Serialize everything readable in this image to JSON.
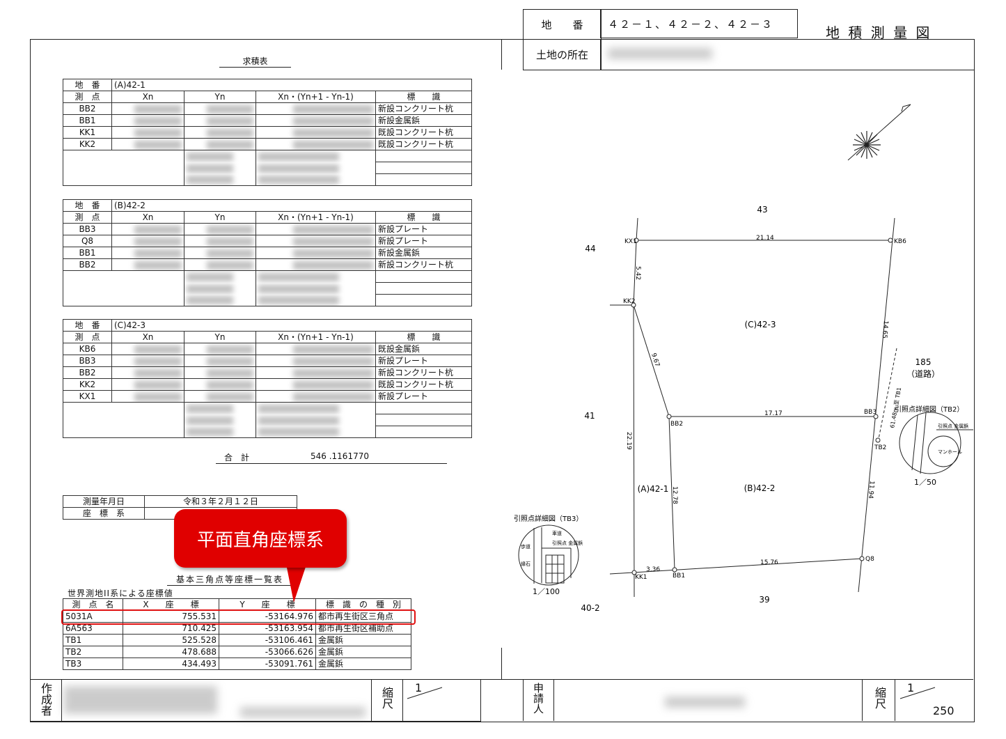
{
  "header": {
    "chiban_label": "地　　番",
    "chiban_value": "４２－１、４２－２、４２－３",
    "title": "地 積 測 量 図",
    "location_label": "土地の所在"
  },
  "calc_title": "求積表",
  "parcel_tables": [
    {
      "chiban_label": "地　番",
      "chiban": "(A)42-1",
      "headers": [
        "測　点",
        "Xn",
        "Yn",
        "Xn・(Yn+1 - Yn-1)",
        "標　　識"
      ],
      "rows": [
        [
          "BB2",
          "新設コンクリート杭"
        ],
        [
          "BB1",
          "新設金属鋲"
        ],
        [
          "KK1",
          "既設コンクリート杭"
        ],
        [
          "KK2",
          "既設コンクリート杭"
        ]
      ],
      "empty_rows": 3
    },
    {
      "chiban_label": "地　番",
      "chiban": "(B)42-2",
      "headers": [
        "測　点",
        "Xn",
        "Yn",
        "Xn・(Yn+1 - Yn-1)",
        "標　　識"
      ],
      "rows": [
        [
          "BB3",
          "新設プレート"
        ],
        [
          "Q8",
          "新設プレート"
        ],
        [
          "BB1",
          "新設金属鋲"
        ],
        [
          "BB2",
          "新設コンクリート杭"
        ]
      ],
      "empty_rows": 3
    },
    {
      "chiban_label": "地　番",
      "chiban": "(C)42-3",
      "headers": [
        "測　点",
        "Xn",
        "Yn",
        "Xn・(Yn+1 - Yn-1)",
        "標　　識"
      ],
      "rows": [
        [
          "KB6",
          "既設金属鋲"
        ],
        [
          "BB3",
          "新設プレート"
        ],
        [
          "BB2",
          "新設コンクリート杭"
        ],
        [
          "KK2",
          "既設コンクリート杭"
        ],
        [
          "KX1",
          "新設プレート"
        ]
      ],
      "empty_rows": 3
    }
  ],
  "total": {
    "label": "合　計",
    "value": "546 .1161770"
  },
  "survey": {
    "date_label": "測量年月日",
    "date_value": "令和３年２月１２日",
    "coord_label": "座　標　系"
  },
  "callout": {
    "text": "平面直角座標系",
    "color": "#e00000"
  },
  "coord_list": {
    "title": "基本三角点等座標一覧表",
    "subtitle": "世界測地II系による座標値",
    "headers": [
      "測　点　名",
      "X　　座　　標",
      "Y　　座　　標",
      "標　識　の　種　別"
    ],
    "rows": [
      [
        "5031A",
        "755.531",
        "-53164.976",
        "都市再生街区三角点"
      ],
      [
        "6A563",
        "710.425",
        "-53163.954",
        "都市再生街区補助点"
      ],
      [
        "TB1",
        "525.528",
        "-53106.461",
        "金属鋲"
      ],
      [
        "TB2",
        "478.688",
        "-53066.626",
        "金属鋲"
      ],
      [
        "TB3",
        "434.493",
        "-53091.761",
        "金属鋲"
      ]
    ],
    "highlight_row": 0
  },
  "footer": {
    "author_label": "作成者",
    "scale_label": "縮尺",
    "left_scale_num": "1",
    "applicant_label": "申請人",
    "right_scale_num": "1",
    "right_scale_den": "250"
  },
  "plot": {
    "adjacent": {
      "n": "43",
      "w1": "44",
      "w2": "41",
      "e": "185",
      "e_sub": "（道路）",
      "s": "39",
      "sw": "40-2"
    },
    "parcels": {
      "c": "(C)42-3",
      "a": "(A)42-1",
      "b": "(B)42-2"
    },
    "points": {
      "KX1": "KX1",
      "KB6": "KB6",
      "KK2": "KK2",
      "BB2": "BB2",
      "BB3": "BB3",
      "KK1": "KK1",
      "BB1": "BB1",
      "Q8": "Q8",
      "TB2": "TB2"
    },
    "distances": {
      "kx1_kb6": "21.14",
      "kx1_kk2": "5.42",
      "kk2_bb2": "9.67",
      "kk2_kk1": "22.19",
      "bb2_bb3": "17.17",
      "bb2_bb1": "12.78",
      "kb6_bb3": "14.65",
      "bb3_q8": "11.94",
      "kk1_bb1": "3.36",
      "bb1_q8": "15.76",
      "tb1": "61.48m 至 TB1"
    },
    "detail_tb2": {
      "title": "引照点詳細図（TB2）",
      "mark": "引照点 金属鋲",
      "manhole": "マンホール",
      "scale": "1／50"
    },
    "detail_tb3": {
      "title": "引照点詳細図（TB3）",
      "road": "車道",
      "walk": "歩道",
      "mark": "引照点 金属鋲",
      "curb": "縁石",
      "scale": "1／100"
    }
  }
}
